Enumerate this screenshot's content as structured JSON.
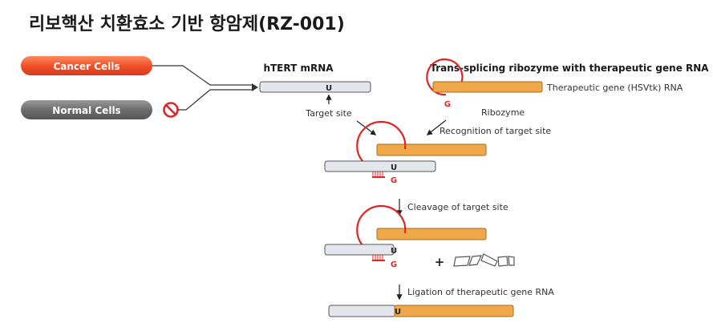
{
  "title": "리보핵산 치환효소 기반 항암제(RZ-001)",
  "cells": {
    "cancer": "Cancer Cells",
    "normal": "Normal Cells"
  },
  "htert_label": "hTERT mRNA",
  "ribozyme_label": "Trans-splicing ribozyme with therapeutic gene RNA",
  "therapeutic_gene_label": "Therapeutic gene (HSVtk) RNA",
  "ribozyme_part_label": "Ribozyme",
  "target_site_label": "Target site",
  "steps": [
    "Recognition of target site",
    "Cleavage of target site",
    "Ligation of therapeutic gene RNA"
  ],
  "base_u": "U",
  "base_g": "G",
  "plus": "+",
  "colors": {
    "cancer_pill": "#f0522b",
    "normal_pill": "#6d6d6d",
    "mrna_fill": "#e4e6ee",
    "gene_fill": "#f0a94a",
    "ribozyme": "#e02424",
    "prohibit": "#e02424"
  }
}
